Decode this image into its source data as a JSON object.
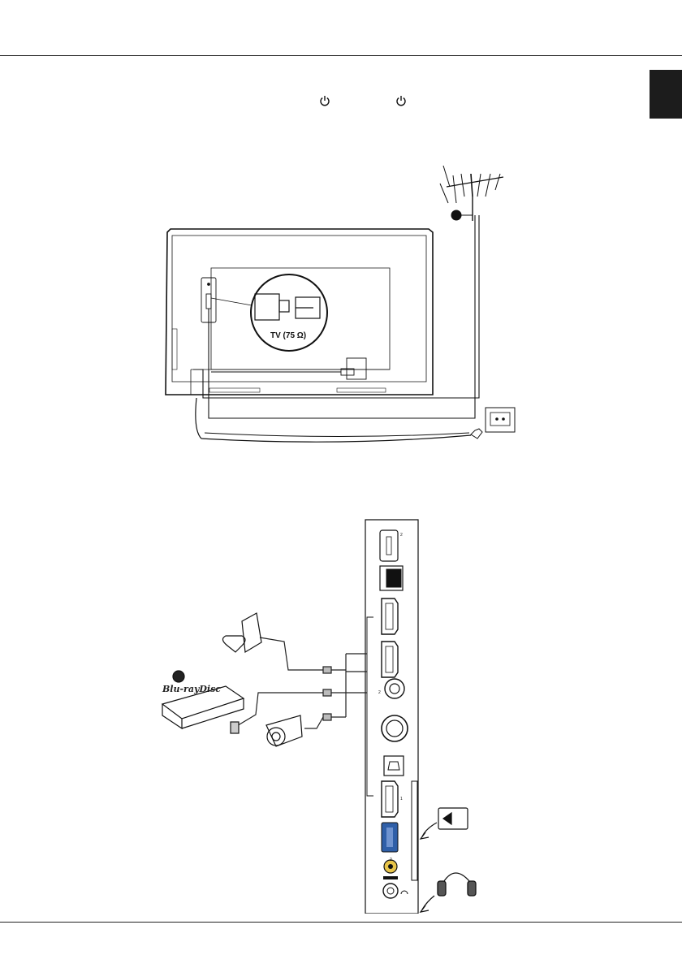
{
  "page": {
    "side_tab": "",
    "power_icons": [
      "power-icon",
      "power-icon"
    ]
  },
  "antenna_diagram": {
    "tv_input_label": "TV (75 Ω)",
    "icons": [
      "antenna-icon",
      "wall-outlet-icon",
      "coax-plug-icon",
      "power-plug-icon"
    ]
  },
  "connection_diagram": {
    "brand_logo_text": "Blu-rayDisc",
    "port_numbers": [
      "2",
      "2",
      "1",
      "2"
    ],
    "devices": [
      "game-console-icon",
      "bluray-player-icon",
      "camcorder-icon",
      "ci-card-icon",
      "headphones-icon"
    ],
    "colors": {
      "usb_blue": "#2f5fa8",
      "av_yellow": "#e8c54a",
      "line": "#222222"
    }
  }
}
